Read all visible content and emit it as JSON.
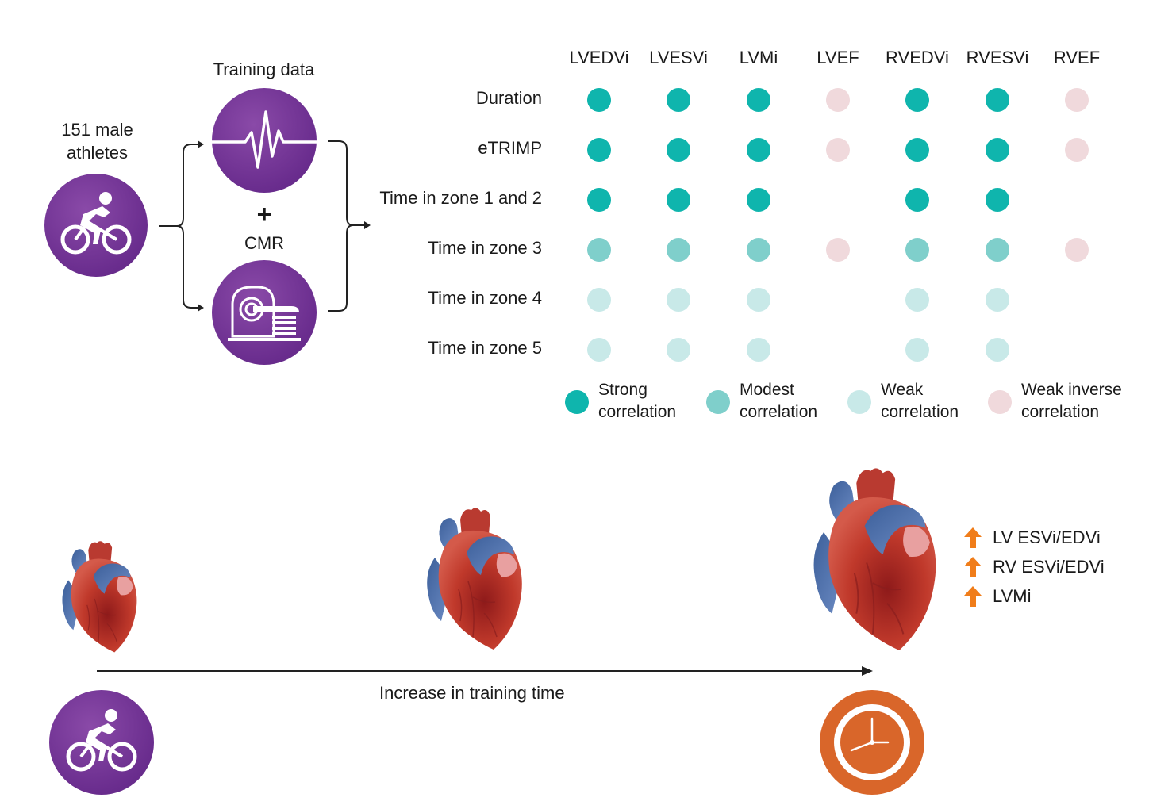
{
  "left": {
    "athletes_label_line1": "151 male",
    "athletes_label_line2": "athletes",
    "training_label": "Training data",
    "plus_sign": "+",
    "cmr_label": "CMR"
  },
  "matrix": {
    "columns": [
      "LVEDVi",
      "LVESVi",
      "LVMi",
      "LVEF",
      "RVEDVi",
      "RVESVi",
      "RVEF"
    ],
    "rows": [
      {
        "label": "Duration",
        "cells": [
          "strong",
          "strong",
          "strong",
          "weak_inverse",
          "strong",
          "strong",
          "weak_inverse"
        ]
      },
      {
        "label": "eTRIMP",
        "cells": [
          "strong",
          "strong",
          "strong",
          "weak_inverse",
          "strong",
          "strong",
          "weak_inverse"
        ]
      },
      {
        "label": "Time in zone 1 and 2",
        "cells": [
          "strong",
          "strong",
          "strong",
          "none",
          "strong",
          "strong",
          "none"
        ]
      },
      {
        "label": "Time in zone 3",
        "cells": [
          "modest",
          "modest",
          "modest",
          "weak_inverse",
          "modest",
          "modest",
          "weak_inverse"
        ]
      },
      {
        "label": "Time in zone 4",
        "cells": [
          "weak",
          "weak",
          "weak",
          "none",
          "weak",
          "weak",
          "none"
        ]
      },
      {
        "label": "Time in zone 5",
        "cells": [
          "weak",
          "weak",
          "weak",
          "none",
          "weak",
          "weak",
          "none"
        ]
      }
    ],
    "colors": {
      "strong": "#0fb5ad",
      "modest": "#7fcfcb",
      "weak": "#c8e9e8",
      "weak_inverse": "#f0d9dc"
    }
  },
  "legend": [
    {
      "key": "strong",
      "line1": "Strong",
      "line2": "correlation"
    },
    {
      "key": "modest",
      "line1": "Modest",
      "line2": "correlation"
    },
    {
      "key": "weak",
      "line1": "Weak",
      "line2": "correlation"
    },
    {
      "key": "weak_inverse",
      "line1": "Weak inverse",
      "line2": "correlation"
    }
  ],
  "bottom": {
    "axis_label": "Increase in training time",
    "effects": [
      "LV ESVi/EDVi",
      "RV ESVi/EDVi",
      "LVMi"
    ],
    "effect_arrow_color": "#f07d1a",
    "clock_color": "#d9662a",
    "purple": "#6a2d8e"
  }
}
